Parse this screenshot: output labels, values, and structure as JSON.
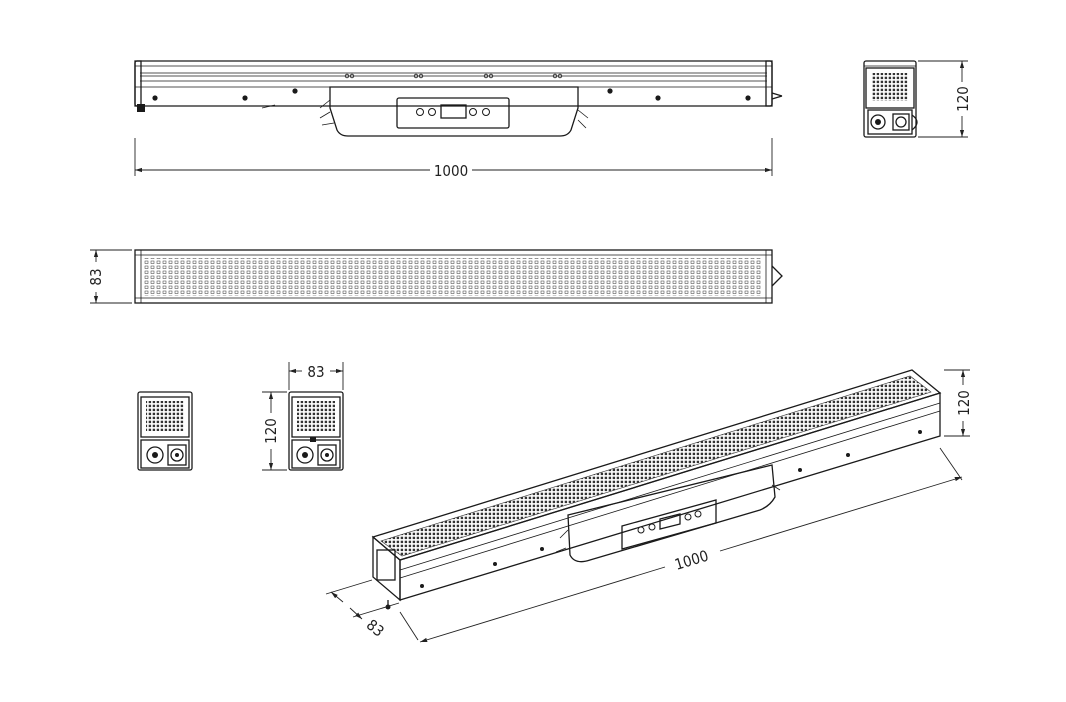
{
  "dimensions": {
    "front_length": "1000",
    "side_height": "120",
    "top_depth": "83",
    "end_width": "83",
    "end_height": "120",
    "iso_height": "120",
    "iso_length": "1000",
    "iso_depth": "83"
  },
  "colors": {
    "line": "#1a1a1a",
    "background": "#ffffff"
  }
}
